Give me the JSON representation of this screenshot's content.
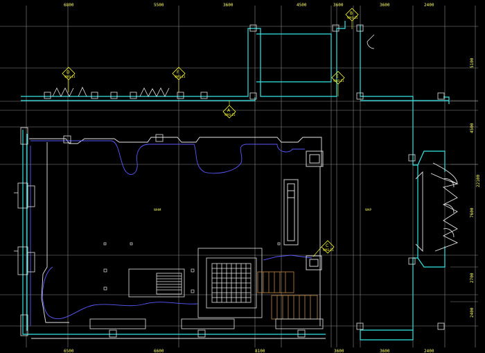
{
  "drawing": {
    "top_dimensions": [
      "6800",
      "5500",
      "3600",
      "4500",
      "3600",
      "3600",
      "2400"
    ],
    "bottom_dimensions": [
      "6500",
      "6600",
      "8100",
      "3600",
      "3600",
      "2400"
    ],
    "right_dimensions": [
      "5100",
      "4500",
      "22100",
      "7600",
      "2700",
      "2400"
    ],
    "markers": [
      {
        "letter": "D",
        "ref": "WAS-11"
      },
      {
        "letter": "F",
        "ref": "WAS-11"
      },
      {
        "letter": "E",
        "ref": "WAS-11"
      },
      {
        "letter": "B",
        "ref": "WAS-15"
      },
      {
        "letter": "A",
        "ref": "WAS-15"
      },
      {
        "letter": "C",
        "ref": "WAS-15"
      }
    ],
    "room_labels": [
      "WHM",
      "WAP"
    ],
    "colors": {
      "background": "#000000",
      "grid": "#8c8c8c",
      "wall": "#33e6e6",
      "outline": "#e6e6e6",
      "planting": "#5a5aff",
      "deck": "#b07a3a",
      "text": "#ffff66"
    }
  }
}
